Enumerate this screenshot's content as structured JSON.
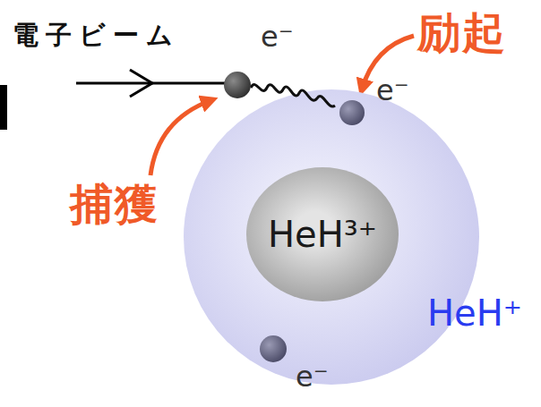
{
  "diagram": {
    "nodes": [
      {
        "text": [
          "HeH⁺"
        ]
      },
      {
        "text": [
          "HeH³⁺"
        ],
        "in": 0
      }
    ],
    "labels": [
      "電子ビーム",
      "e⁻",
      "励起",
      "e⁻",
      "捕獲",
      "e⁻"
    ]
  }
}
